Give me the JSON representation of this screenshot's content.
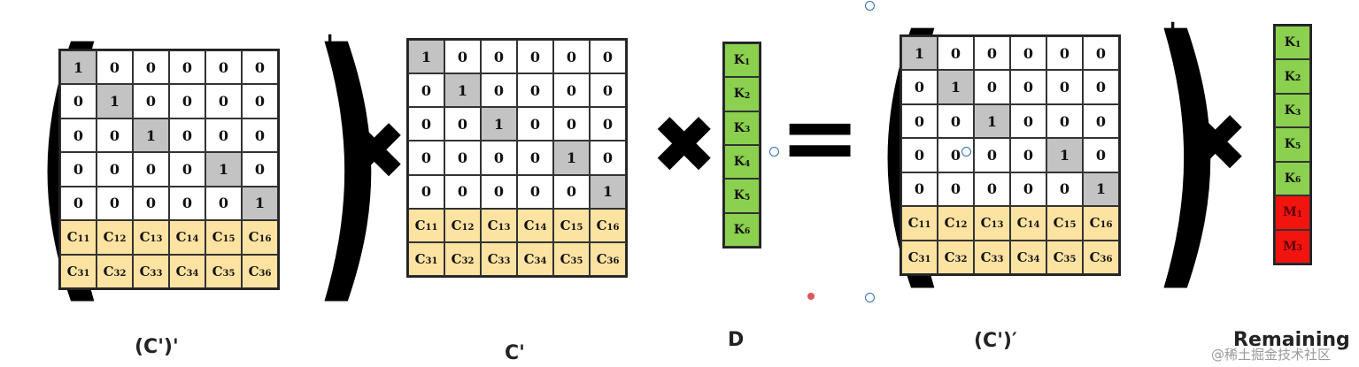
{
  "operators": {
    "times": "✖",
    "equals": "="
  },
  "primes": {
    "p1": "'",
    "p2": "'"
  },
  "matrices": {
    "m1": {
      "rows": [
        [
          "1",
          "0",
          "0",
          "0",
          "0",
          "0"
        ],
        [
          "0",
          "1",
          "0",
          "0",
          "0",
          "0"
        ],
        [
          "0",
          "0",
          "1",
          "0",
          "0",
          "0"
        ],
        [
          "0",
          "0",
          "0",
          "0",
          "1",
          "0"
        ],
        [
          "0",
          "0",
          "0",
          "0",
          "0",
          "1"
        ],
        [
          "C11",
          "C12",
          "C13",
          "C14",
          "C15",
          "C16"
        ],
        [
          "C31",
          "C32",
          "C33",
          "C34",
          "C35",
          "C36"
        ]
      ],
      "highlights": [
        [
          0,
          0
        ],
        [
          1,
          1
        ],
        [
          2,
          2
        ],
        [
          3,
          4
        ],
        [
          4,
          5
        ]
      ]
    },
    "m2": {
      "rows": [
        [
          "1",
          "0",
          "0",
          "0",
          "0",
          "0"
        ],
        [
          "0",
          "1",
          "0",
          "0",
          "0",
          "0"
        ],
        [
          "0",
          "0",
          "1",
          "0",
          "0",
          "0"
        ],
        [
          "0",
          "0",
          "0",
          "0",
          "1",
          "0"
        ],
        [
          "0",
          "0",
          "0",
          "0",
          "0",
          "1"
        ],
        [
          "C11",
          "C12",
          "C13",
          "C14",
          "C15",
          "C16"
        ],
        [
          "C31",
          "C32",
          "C33",
          "C34",
          "C35",
          "C36"
        ]
      ],
      "highlights": [
        [
          0,
          0
        ],
        [
          1,
          1
        ],
        [
          2,
          2
        ],
        [
          3,
          4
        ],
        [
          4,
          5
        ]
      ]
    },
    "m3": {
      "rows": [
        [
          "1",
          "0",
          "0",
          "0",
          "0",
          "0"
        ],
        [
          "0",
          "1",
          "0",
          "0",
          "0",
          "0"
        ],
        [
          "0",
          "0",
          "1",
          "0",
          "0",
          "0"
        ],
        [
          "0",
          "0",
          "0",
          "0",
          "1",
          "0"
        ],
        [
          "0",
          "0",
          "0",
          "0",
          "0",
          "1"
        ],
        [
          "C11",
          "C12",
          "C13",
          "C14",
          "C15",
          "C16"
        ],
        [
          "C31",
          "C32",
          "C33",
          "C34",
          "C35",
          "C36"
        ]
      ],
      "highlights": [
        [
          0,
          0
        ],
        [
          1,
          1
        ],
        [
          2,
          2
        ],
        [
          3,
          4
        ],
        [
          4,
          5
        ]
      ]
    }
  },
  "vectors": {
    "d": [
      {
        "label": "K1",
        "color": "green"
      },
      {
        "label": "K2",
        "color": "green"
      },
      {
        "label": "K3",
        "color": "green"
      },
      {
        "label": "K4",
        "color": "green"
      },
      {
        "label": "K5",
        "color": "green"
      },
      {
        "label": "K6",
        "color": "green"
      }
    ],
    "remaining": [
      {
        "label": "K1",
        "color": "green"
      },
      {
        "label": "K2",
        "color": "green"
      },
      {
        "label": "K3",
        "color": "green"
      },
      {
        "label": "K5",
        "color": "green"
      },
      {
        "label": "K6",
        "color": "green"
      },
      {
        "label": "M1",
        "color": "red"
      },
      {
        "label": "M3",
        "color": "red"
      }
    ]
  },
  "captions": {
    "c1": "(C')'",
    "c2": "C'",
    "c3": "D",
    "c4": "(C')′",
    "c5": "Remaining"
  },
  "watermark": "@稀土掘金技术社区"
}
